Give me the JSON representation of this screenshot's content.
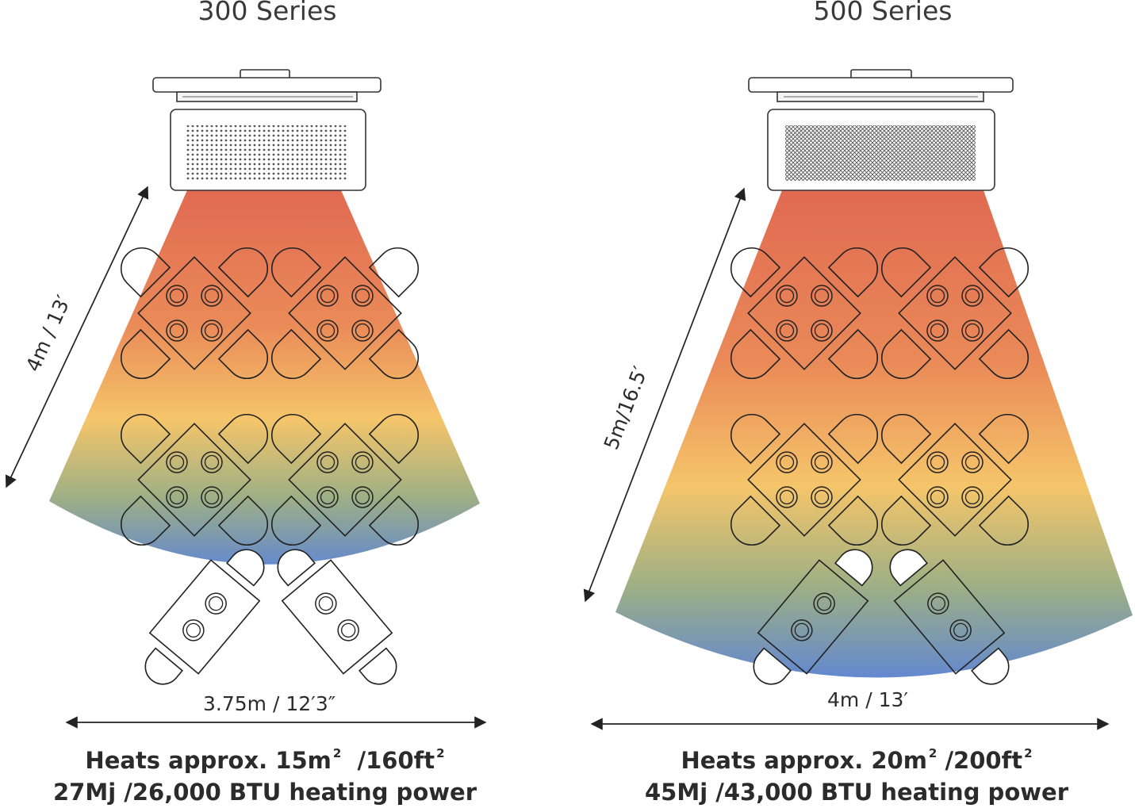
{
  "panels": [
    {
      "title": "300 Series",
      "depth_label": "4m / 13′",
      "width_label": "3.75m / 12′3″",
      "area_prefix": "Heats approx. 15m",
      "area_mid": "/160ft",
      "power_line": "27Mj /26,000 BTU heating power"
    },
    {
      "title": "500 Series",
      "depth_label": "5m/16.5′",
      "width_label": "4m / 13′",
      "area_prefix": "Heats approx. 20m",
      "area_mid": "/200ft",
      "power_line": "45Mj /43,000 BTU heating power"
    }
  ],
  "superscript": "2",
  "colors": {
    "heat_top": "#e06a52",
    "heat_upper": "#ea8a58",
    "heat_mid": "#f5c56a",
    "heat_green": "#9fb084",
    "heat_bottom": "#5f86d4",
    "line": "#222222"
  },
  "icons": [
    "patio-heater-icon",
    "dining-table-icon",
    "double-arrow-icon"
  ]
}
